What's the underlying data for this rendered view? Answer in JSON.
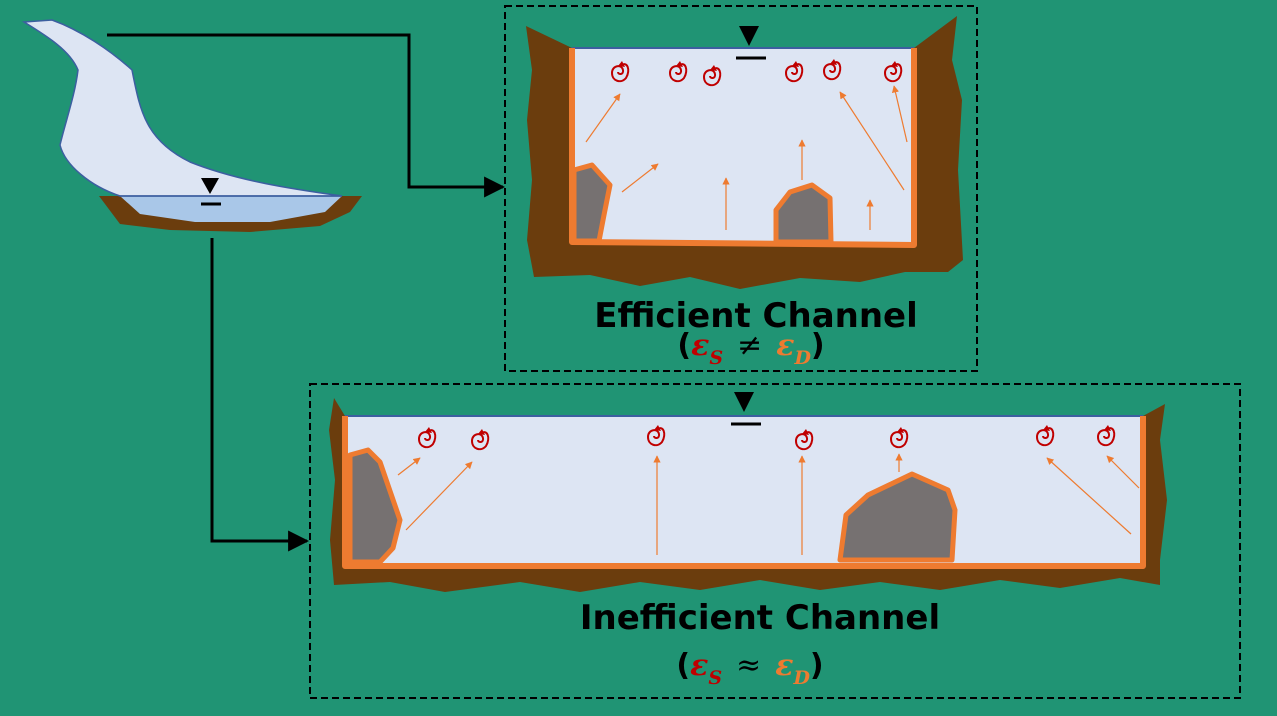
{
  "colors": {
    "background": "#209474",
    "water": "#dde5f3",
    "water_pool": "#a9c7e8",
    "surface_line": "#3c5fa0",
    "soil": "#6b3d0d",
    "boundary": "#ee7b30",
    "rock": "#767171",
    "eddy": "#c00000",
    "eps_s": "#c00000",
    "eps_d": "#ee7b30",
    "frame": "#000000"
  },
  "efficient": {
    "title": "Efficient Channel",
    "open_paren": "(",
    "eps_s_symbol": "ε",
    "eps_s_sub": "S",
    "operator": "≠",
    "eps_d_symbol": "ε",
    "eps_d_sub": "D",
    "close_paren": ")"
  },
  "inefficient": {
    "title": "Inefficient Channel",
    "open_paren": "(",
    "eps_s_symbol": "ε",
    "eps_s_sub": "S",
    "operator": "≈",
    "eps_d_symbol": "ε",
    "eps_d_sub": "D",
    "close_paren": ")"
  },
  "icons": {
    "water_level": "inverted-triangle-icon",
    "eddy": "eddy-swirl-icon",
    "flux": "orange-arrow-icon"
  }
}
